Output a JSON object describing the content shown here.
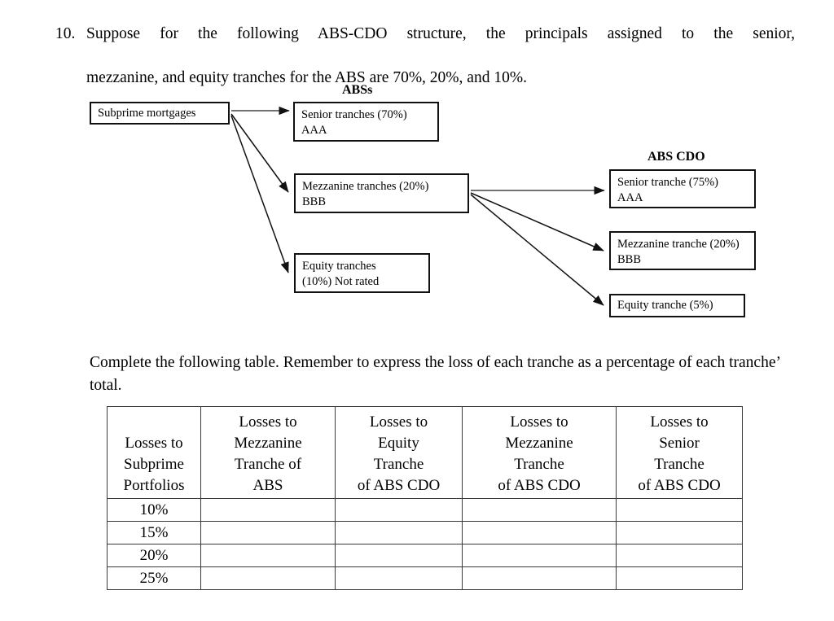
{
  "question": {
    "number": "10.",
    "line1": "Suppose for the following ABS-CDO structure, the principals assigned to the senior,",
    "line2": "mezzanine, and equity tranches for the ABS are 70%, 20%, and 10%."
  },
  "diagram": {
    "group_labels": {
      "abs": "ABSs",
      "abs_cdo": "ABS CDO"
    },
    "source_box": {
      "line1": "Subprime mortgages"
    },
    "abs_boxes": [
      {
        "line1": "Senior tranches (70%)",
        "line2": "AAA"
      },
      {
        "line1": "Mezzanine tranches (20%)",
        "line2": "BBB"
      },
      {
        "line1": "Equity tranches",
        "line2": "(10%) Not rated"
      }
    ],
    "cdo_boxes": [
      {
        "line1": "Senior tranche (75%)",
        "line2": "AAA"
      },
      {
        "line1": "Mezzanine tranche (20%)",
        "line2": "BBB"
      },
      {
        "line1": "Equity tranche (5%)",
        "line2": ""
      }
    ]
  },
  "instruction": {
    "line1": "Complete the following table. Remember to express the loss of each tranche as a percentage",
    "line2": "of each tranche’ total."
  },
  "table": {
    "headers": [
      [
        "Losses to",
        "Subprime",
        "Portfolios"
      ],
      [
        "Losses to",
        "Mezzanine",
        "Tranche of",
        "ABS"
      ],
      [
        "Losses to",
        "Equity",
        "Tranche",
        "of ABS CDO"
      ],
      [
        "Losses to",
        "Mezzanine",
        "Tranche",
        "of ABS CDO"
      ],
      [
        "Losses to",
        "Senior",
        "Tranche",
        "of ABS CDO"
      ]
    ],
    "rows": [
      [
        "10%",
        "",
        "",
        "",
        ""
      ],
      [
        "15%",
        "",
        "",
        "",
        ""
      ],
      [
        "20%",
        "",
        "",
        "",
        ""
      ],
      [
        "25%",
        "",
        "",
        "",
        ""
      ]
    ]
  },
  "colors": {
    "text": "#000000",
    "box_border": "#111111",
    "table_border": "#3a3a3a",
    "background": "#ffffff"
  }
}
